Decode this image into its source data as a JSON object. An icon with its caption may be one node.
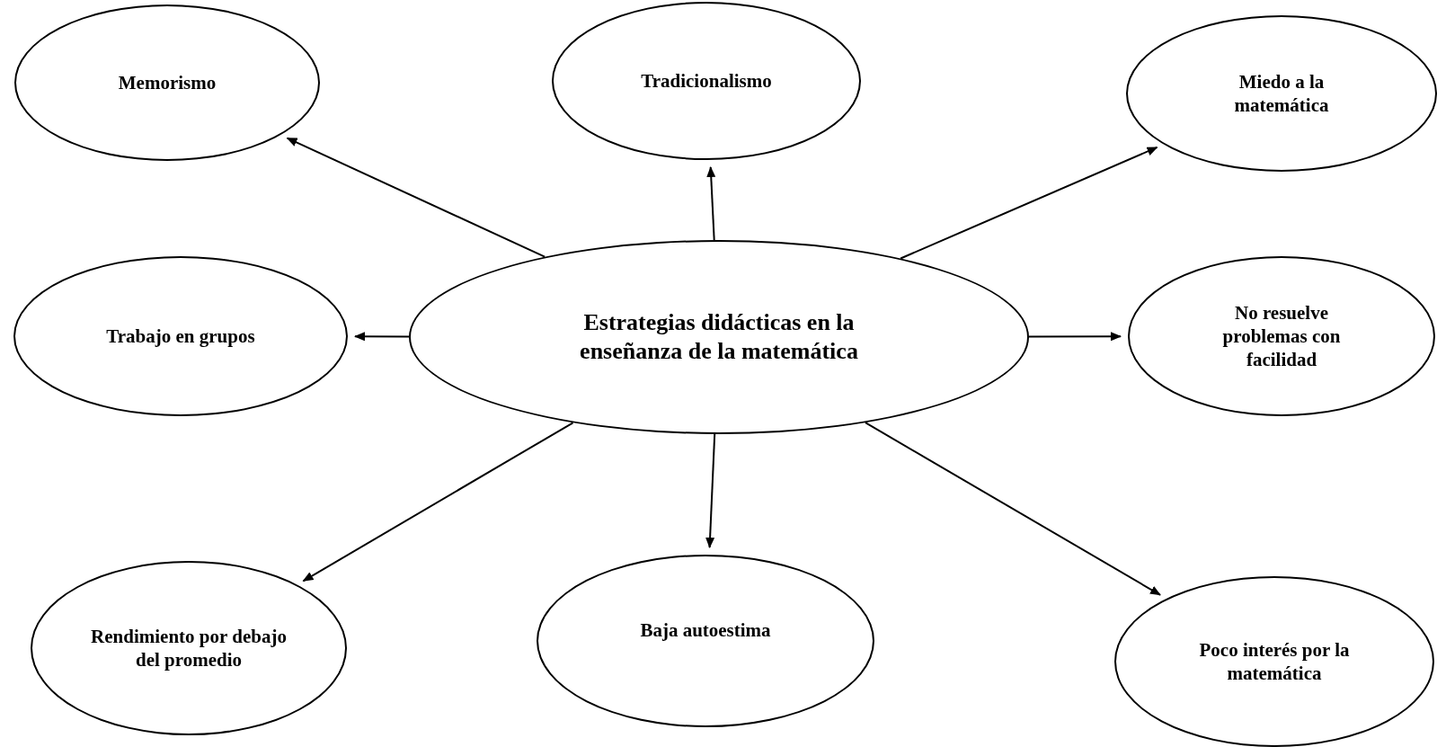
{
  "diagram": {
    "nodes": [
      {
        "text": [
          "Memorismo"
        ]
      },
      {
        "text": [
          "Tradicionalismo"
        ]
      },
      {
        "text": [
          "Miedo a la matemática"
        ]
      },
      {
        "text": [
          "Trabajo en grupos"
        ]
      },
      {
        "text": [
          "Estrategias didácticas en la enseñanza de la matemática"
        ]
      },
      {
        "text": [
          "No resuelve problemas con facilidad"
        ]
      },
      {
        "text": [
          "Rendimiento por debajo del promedio"
        ]
      },
      {
        "text": [
          "Baja autoestima"
        ]
      },
      {
        "text": [
          "Poco interés por la matemática"
        ]
      }
    ],
    "edges": [
      {
        "from": 4,
        "to": 0,
        "arrow": "to"
      },
      {
        "from": 4,
        "to": 1,
        "arrow": "to"
      },
      {
        "from": 4,
        "to": 2,
        "arrow": "to"
      },
      {
        "from": 4,
        "to": 3,
        "arrow": "to"
      },
      {
        "from": 4,
        "to": 5,
        "arrow": "to"
      },
      {
        "from": 4,
        "to": 6,
        "arrow": "to"
      },
      {
        "from": 4,
        "to": 7,
        "arrow": "to"
      },
      {
        "from": 4,
        "to": 8,
        "arrow": "to"
      }
    ]
  }
}
